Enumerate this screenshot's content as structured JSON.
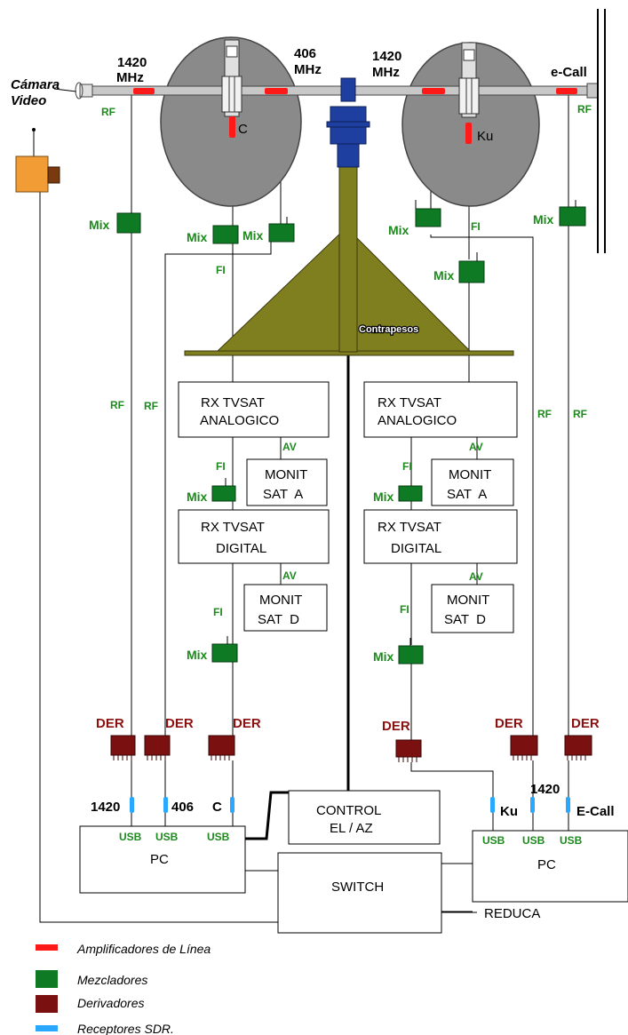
{
  "colors": {
    "line_amplifier": "#ff1a1a",
    "mixer": "#0f7a24",
    "splitter": "#7a1010",
    "sdr_receiver": "#2aa8ff",
    "dish": "#8a8a8a",
    "counterweight": "#7f7f1f",
    "mast": "#1e3fa0",
    "camera": "#f29c35",
    "label_green": "#1d8a1d",
    "label_der": "#8b1010"
  },
  "antenna": {
    "camera_label_1": "Cámara",
    "camera_label_2": "Video",
    "freq_1420_left_1": "1420",
    "freq_1420_left_2": "MHz",
    "freq_406_1": "406",
    "freq_406_2": "MHz",
    "freq_1420_right_1": "1420",
    "freq_1420_right_2": "MHz",
    "ecall": "e-Call",
    "rf": "RF",
    "c_band": "C",
    "ku_band": "Ku",
    "fi": "FI",
    "mix": "Mix",
    "counterweights": "Contrapesos",
    "av": "AV",
    "der": "DER"
  },
  "blocks": {
    "rx_analog_1": "RX TVSAT",
    "rx_analog_2": "ANALOGICO",
    "rx_digital_1": "RX TVSAT",
    "rx_digital_2": "DIGITAL",
    "monit_a_1": "MONIT",
    "monit_a_2": "SAT  A",
    "monit_d_1": "MONIT",
    "monit_d_2": "SAT  D",
    "control_1": "CONTROL",
    "control_2": "EL / AZ",
    "switch": "SWITCH",
    "pc": "PC",
    "usb": "USB",
    "reduca": "REDUCA"
  },
  "sdr_labels": {
    "l1420": "1420",
    "l406": "406",
    "lc": "C",
    "lku": "Ku",
    "r1420": "1420",
    "ecall": "E-Call"
  },
  "legend": [
    {
      "label": "Amplificadores de Línea",
      "color": "#ff1a1a"
    },
    {
      "label": "Mezcladores",
      "color": "#0f7a24"
    },
    {
      "label": "Derivadores",
      "color": "#7a1010"
    },
    {
      "label": "Receptores SDR.",
      "color": "#2aa8ff"
    }
  ]
}
